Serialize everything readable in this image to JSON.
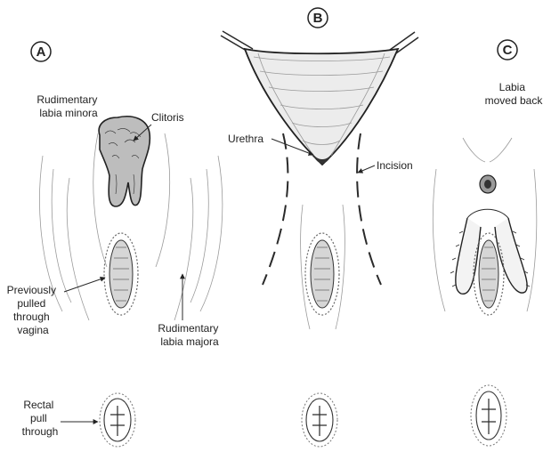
{
  "panels": [
    {
      "letter": "A"
    },
    {
      "letter": "B"
    },
    {
      "letter": "C"
    }
  ],
  "labels": {
    "rudimentary_labia_minora": [
      "Rudimentary",
      "labia minora"
    ],
    "clitoris": "Clitoris",
    "previously_pulled_through_vagina": [
      "Previously",
      "pulled",
      "through",
      "vagina"
    ],
    "rudimentary_labia_majora": [
      "Rudimentary",
      "labia majora"
    ],
    "rectal_pull_through": [
      "Rectal",
      "pull",
      "through"
    ],
    "urethra": "Urethra",
    "incision": "Incision",
    "labia_moved_back": [
      "Labia",
      "moved back"
    ]
  }
}
